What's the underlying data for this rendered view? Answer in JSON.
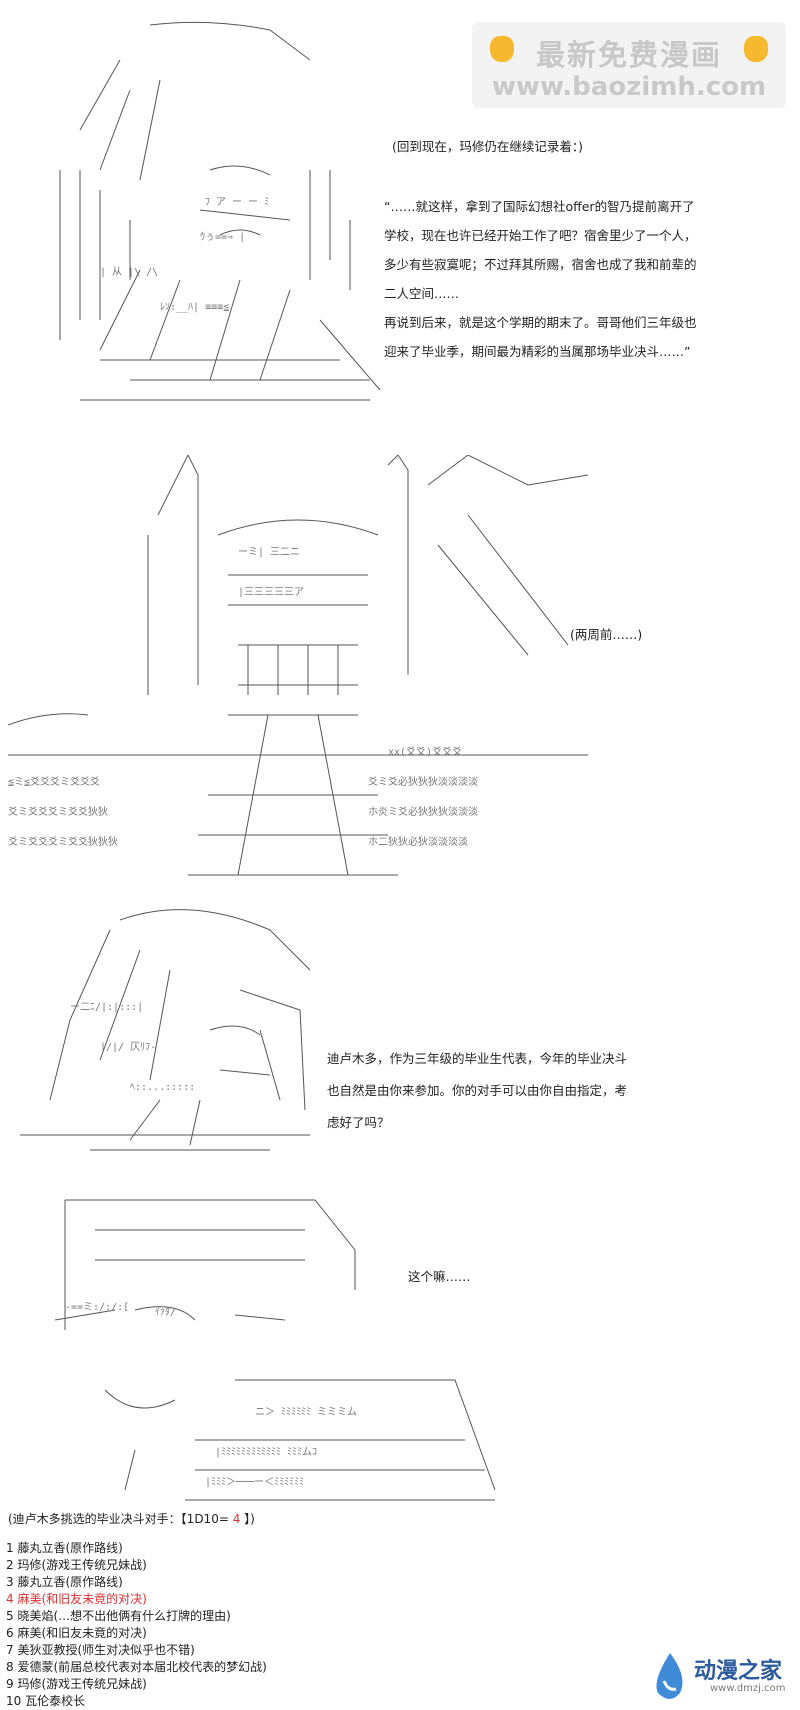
{
  "watermark": {
    "line1": "最新免费漫画",
    "line2": "www.baozimh.com"
  },
  "panel1": {
    "caption": "(回到现在，玛修仍在继续记录着：)",
    "lines": [
      "“……就这样，拿到了国际幻想社offer的智乃提前离开了",
      "学校，现在也许已经开始工作了吧？宿舍里少了一个人，",
      "多少有些寂寞呢；不过拜其所赐，宿舍也成了我和前辈的",
      "二人空间……",
      "再说到后来，就是这个学期的期末了。哥哥他们三年级也",
      " 迎来了毕业季，期间最为精彩的当属那场毕业决斗……”"
    ]
  },
  "panel2": {
    "caption": "(两周前……)"
  },
  "panel3": {
    "lines": [
      "迪卢木多，作为三年级的毕业生代表，今年的毕业决斗",
      "也自然是由你来参加。你的对手可以由你自由指定，考",
      " 虑好了吗？"
    ]
  },
  "panel4": {
    "caption": "这个嘛……"
  },
  "roll": {
    "prefix": "(迪卢木多挑选的毕业决斗对手：【1D10= ",
    "value": "4",
    "suffix": " 】)"
  },
  "options": [
    "1 藤丸立香(原作路线)",
    "2 玛修(游戏王传统兄妹战)",
    "3 藤丸立香(原作路线)",
    "4 麻美(和旧友未竟的对决)",
    "5 晓美焰(…想不出他俩有什么打牌的理由)",
    "6 麻美(和旧友未竟的对决)",
    "7 美狄亚教授(师生对决似乎也不错)",
    "8 爱德蒙(前届总校代表对本届北校代表的梦幻战)",
    "9 玛修(游戏王传统兄妹战)",
    "10 瓦伦泰校长"
  ],
  "selected_option": 4,
  "logo": {
    "title": "动漫之家",
    "url": "www.dmzj.com"
  },
  "colors": {
    "highlight": "#e03030",
    "watermark_hand": "#f5b82e",
    "logo_blue": "#2b5a9e"
  }
}
